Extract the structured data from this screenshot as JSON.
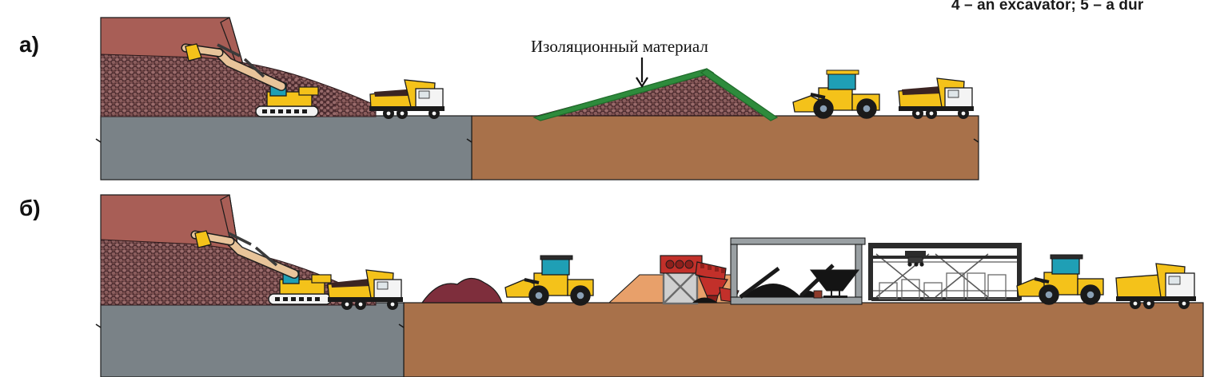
{
  "figure": {
    "top_caption_clipped": "4 – an excavator; 5 – a dur",
    "panels": [
      {
        "id": "a",
        "letter": "а)"
      },
      {
        "id": "b",
        "letter": "б)"
      }
    ]
  },
  "annotations": {
    "insulating_material": "Изоляционный материал",
    "arrow_icon": "down-arrow-icon"
  },
  "colors": {
    "rock_face": "#a85e56",
    "rock_face_dark": "#8e4b45",
    "rubble_base": "#4a2a2e",
    "rubble_speckle": "#9a6b6b",
    "ground_grey": "#7a8287",
    "ground_brown": "#a8714a",
    "ground_brown_dark": "#7d4f2e",
    "membrane_green": "#2e8b3c",
    "membrane_green_dark": "#1f6b2a",
    "machine_yellow": "#f4c21a",
    "machine_yellow_dark": "#c99a0c",
    "cab_glass": "#1f9fb5",
    "truck_cab_white": "#f4f4f4",
    "load_dark": "#3b2422",
    "crusher_red": "#c2302a",
    "crusher_red_dark": "#8e201c",
    "stockpile_maroon": "#7e2e3c",
    "ramp_orange": "#e8a06a",
    "plant_grey": "#9aa0a3",
    "plant_black": "#141414",
    "tyre_black": "#141414",
    "outline": "#1a1a1a"
  },
  "panel_a": {
    "name": "overburden-removal-with-insulating-material",
    "elements": [
      {
        "name": "rock-face-highwall",
        "type": "rock-face"
      },
      {
        "name": "blasted-rock-pile",
        "type": "rubble"
      },
      {
        "name": "tracked-excavator",
        "type": "machine",
        "machine": "excavator"
      },
      {
        "name": "dump-truck-loaded",
        "type": "machine",
        "machine": "dump-truck"
      },
      {
        "name": "insulated-stockpile",
        "type": "pile-with-membrane"
      },
      {
        "name": "wheel-loader",
        "type": "machine",
        "machine": "wheel-loader"
      },
      {
        "name": "dump-truck-loaded-right",
        "type": "machine",
        "machine": "dump-truck"
      },
      {
        "name": "ground-block-grey",
        "type": "ground"
      },
      {
        "name": "ground-block-brown",
        "type": "ground"
      }
    ]
  },
  "panel_b": {
    "name": "ore-haulage-to-processing-plant",
    "elements": [
      {
        "name": "rock-face-highwall",
        "type": "rock-face"
      },
      {
        "name": "blasted-rock-pile",
        "type": "rubble"
      },
      {
        "name": "tracked-excavator",
        "type": "machine",
        "machine": "excavator"
      },
      {
        "name": "dump-truck-loaded",
        "type": "machine",
        "machine": "dump-truck"
      },
      {
        "name": "ore-stockpile",
        "type": "pile"
      },
      {
        "name": "wheel-loader-mid",
        "type": "machine",
        "machine": "wheel-loader"
      },
      {
        "name": "ramp-platform",
        "type": "ramp"
      },
      {
        "name": "crusher-screening-unit",
        "type": "plant"
      },
      {
        "name": "processing-building",
        "type": "plant"
      },
      {
        "name": "hopper",
        "type": "plant"
      },
      {
        "name": "conveyor",
        "type": "plant"
      },
      {
        "name": "workshop-warehouse",
        "type": "plant"
      },
      {
        "name": "overhead-crane",
        "type": "plant"
      },
      {
        "name": "wheel-loader-right",
        "type": "machine",
        "machine": "wheel-loader"
      },
      {
        "name": "dump-truck-empty-right",
        "type": "machine",
        "machine": "dump-truck"
      },
      {
        "name": "ground-block-grey",
        "type": "ground"
      },
      {
        "name": "ground-block-brown",
        "type": "ground"
      }
    ]
  }
}
